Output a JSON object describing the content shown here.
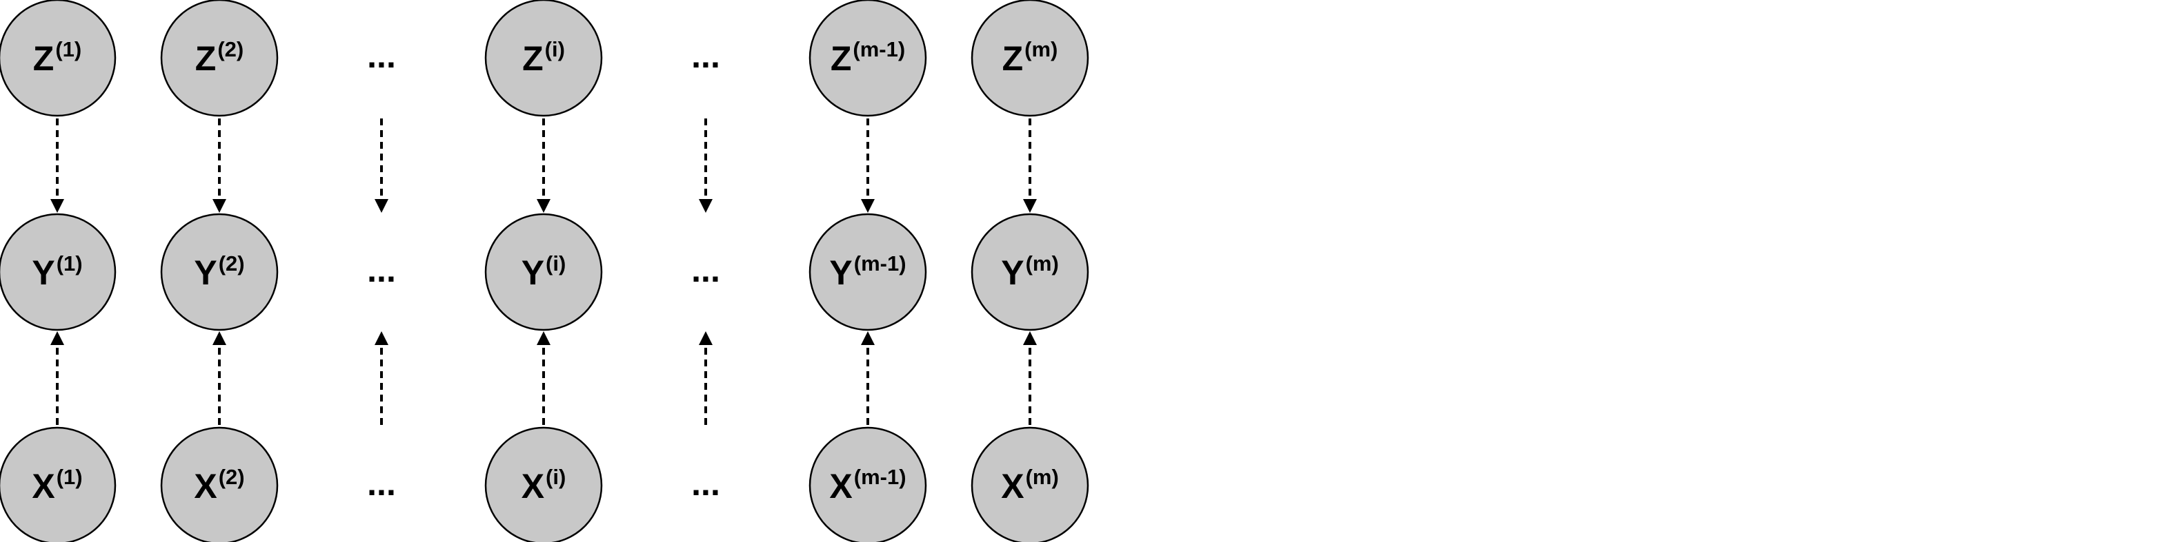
{
  "diagram": {
    "columns": [
      {
        "id": "1",
        "kind": "node",
        "z": {
          "base": "Z",
          "sup": "(1)"
        },
        "y": {
          "base": "Y",
          "sup": "(1)"
        },
        "x": {
          "base": "X",
          "sup": "(1)"
        }
      },
      {
        "id": "2",
        "kind": "node",
        "z": {
          "base": "Z",
          "sup": "(2)"
        },
        "y": {
          "base": "Y",
          "sup": "(2)"
        },
        "x": {
          "base": "X",
          "sup": "(2)"
        }
      },
      {
        "id": "gap-a",
        "kind": "ellipsis",
        "text": "..."
      },
      {
        "id": "i",
        "kind": "node",
        "z": {
          "base": "Z",
          "sup": "(i)"
        },
        "y": {
          "base": "Y",
          "sup": "(i)"
        },
        "x": {
          "base": "X",
          "sup": "(i)"
        }
      },
      {
        "id": "gap-b",
        "kind": "ellipsis",
        "text": "..."
      },
      {
        "id": "m-1",
        "kind": "node",
        "z": {
          "base": "Z",
          "sup": "(m-1)"
        },
        "y": {
          "base": "Y",
          "sup": "(m-1)"
        },
        "x": {
          "base": "X",
          "sup": "(m-1)"
        }
      },
      {
        "id": "m",
        "kind": "node",
        "z": {
          "base": "Z",
          "sup": "(m)"
        },
        "y": {
          "base": "Y",
          "sup": "(m)"
        },
        "x": {
          "base": "X",
          "sup": "(m)"
        }
      }
    ],
    "edges": [
      {
        "from": "Z",
        "to": "Y",
        "style": "dashed"
      },
      {
        "from": "X",
        "to": "Y",
        "style": "dashed"
      }
    ],
    "colors": {
      "node_fill": "#c8c8c8",
      "node_stroke": "#000000",
      "text": "#000000",
      "background": "#ffffff"
    }
  }
}
